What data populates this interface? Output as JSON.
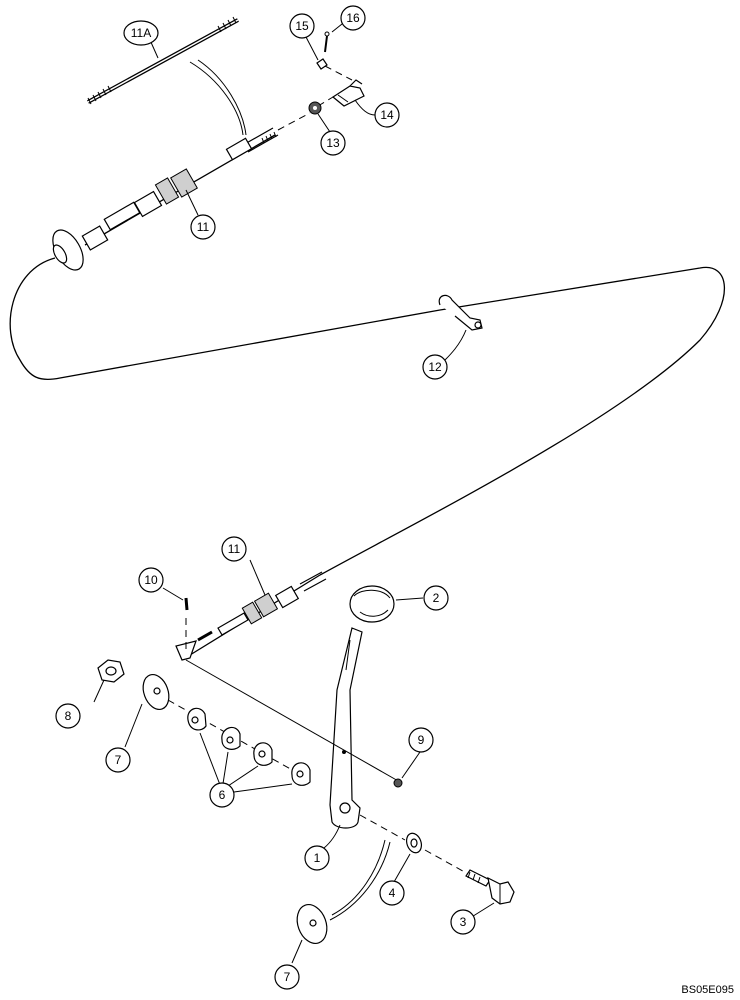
{
  "callouts": {
    "c1": "1",
    "c2": "2",
    "c3": "3",
    "c4": "4",
    "c6": "6",
    "c7a": "7",
    "c7b": "7",
    "c8": "8",
    "c9": "9",
    "c10": "10",
    "c11a": "11",
    "c11b": "11",
    "c11A": "11A",
    "c12": "12",
    "c13": "13",
    "c14": "14",
    "c15": "15",
    "c16": "16"
  },
  "reference_code": "BS05E095"
}
